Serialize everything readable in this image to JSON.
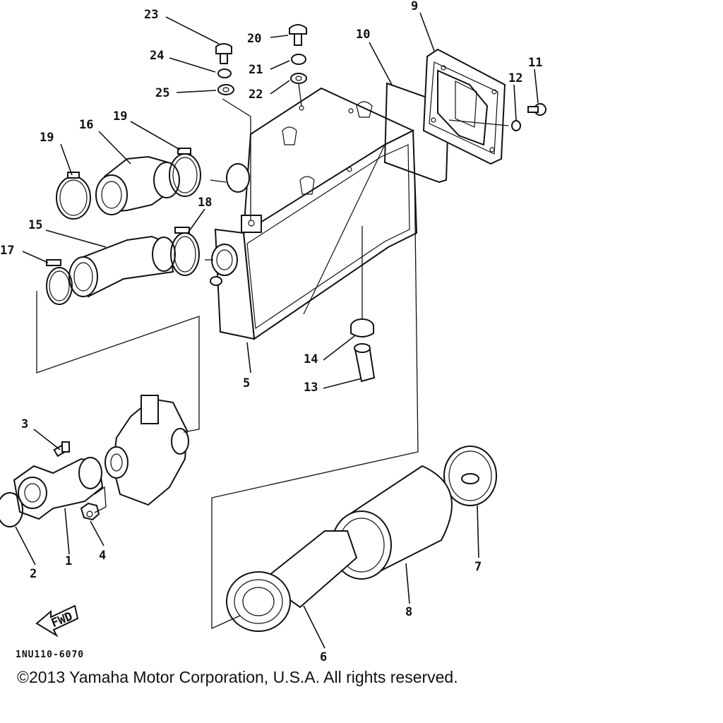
{
  "diagram": {
    "callouts": {
      "p1": "1",
      "p2": "2",
      "p3": "3",
      "p4": "4",
      "p5": "5",
      "p6": "6",
      "p7": "7",
      "p8": "8",
      "p9": "9",
      "p10": "10",
      "p11": "11",
      "p12": "12",
      "p13": "13",
      "p14": "14",
      "p15": "15",
      "p16": "16",
      "p17": "17",
      "p18": "18",
      "p19a": "19",
      "p19b": "19",
      "p20": "20",
      "p21": "21",
      "p22": "22",
      "p23": "23",
      "p24": "24",
      "p25": "25"
    },
    "fwd_label": "FWD",
    "drawing_code": "1NU110-6070",
    "copyright": "©2013 Yamaha Motor Corporation, U.S.A. All rights reserved."
  }
}
